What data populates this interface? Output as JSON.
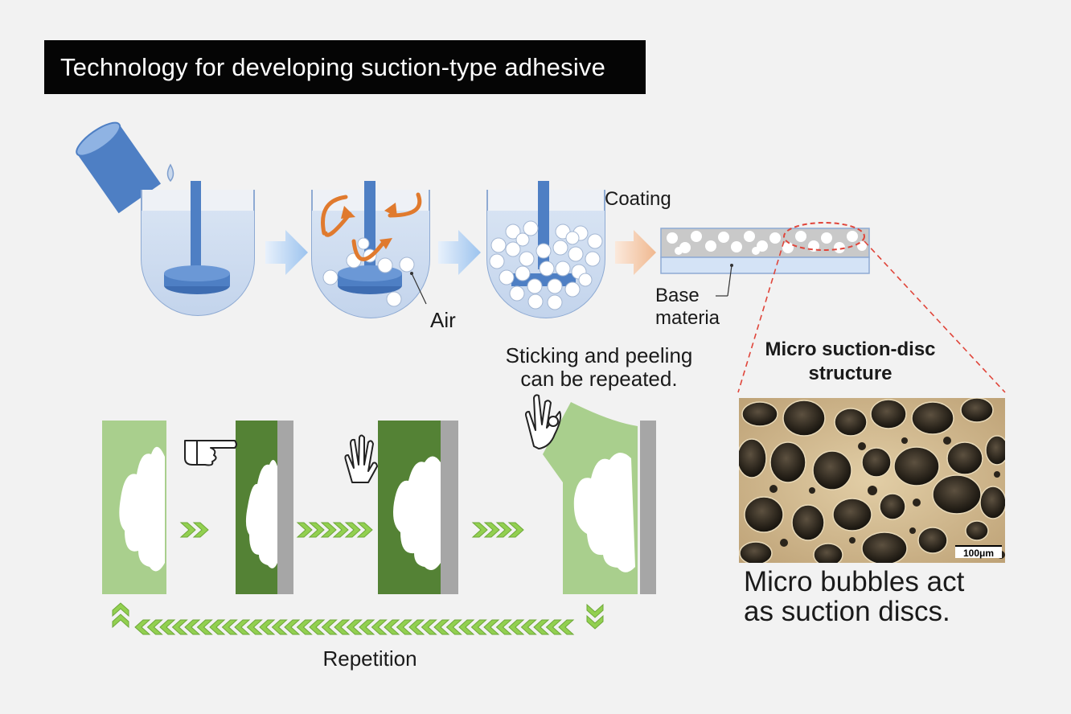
{
  "title": "Technology for developing suction-type adhesive",
  "labels": {
    "coating": "Coating",
    "air": "Air",
    "base_material_line1": "Base",
    "base_material_line2": "materia",
    "sticking_line1": "Sticking and peeling",
    "sticking_line2": "can be repeated.",
    "micro_title_line1": "Micro suction-disc",
    "micro_title_line2": "structure",
    "bubbles_line1": "Micro bubbles act",
    "bubbles_line2": "as suction discs.",
    "repetition": "Repetition",
    "scale_bar": "100μm"
  },
  "icons": [
    "pouring-cup-icon",
    "pointing-hand-icon",
    "open-hand-icon",
    "ok-hand-icon",
    "double-chevron-icon"
  ],
  "colors": {
    "container_fill": "#dfe7f3",
    "liquid_fill": "#c5d6ee",
    "mixer_blue": "#4e7fc4",
    "swirl_orange": "#e07a2e",
    "arrow_blue": "#a8c8ef",
    "arrow_orange": "#f3c7a5",
    "light_green": "#a9cf8d",
    "dark_green": "#548235",
    "gray_surface": "#a6a6a6",
    "chevron_green": "#92d050",
    "dashed_red": "#e0453a",
    "micrograph_bg": "#c8b08a"
  }
}
